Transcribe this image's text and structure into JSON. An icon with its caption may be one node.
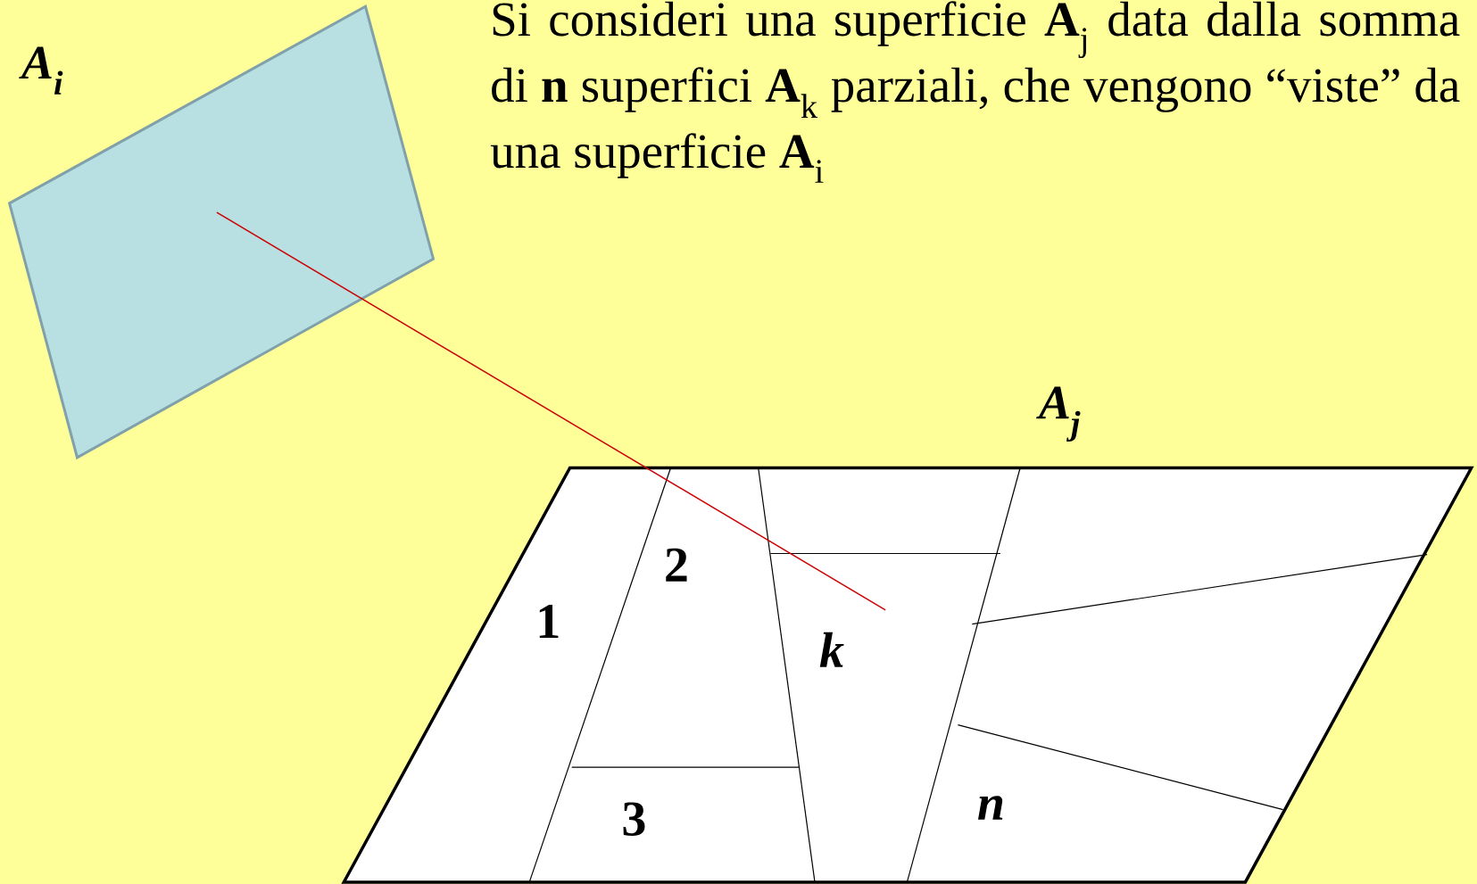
{
  "diagram": {
    "nodes": [
      {
        "text": [
          "A$_{i}$"
        ]
      },
      {
        "text": [
          "A$_{j}$"
        ]
      },
      {
        "text": [
          "1"
        ],
        "in": 1
      },
      {
        "text": [
          "2"
        ],
        "in": 1
      },
      {
        "text": [
          "3"
        ],
        "in": 1
      },
      {
        "text": [
          "k"
        ],
        "in": 1
      },
      {
        "text": [
          "n"
        ],
        "in": 1
      }
    ],
    "edges": [
      {
        "from": 0,
        "to": 5,
        "arrow": "none",
        "color": "#cc0000"
      }
    ],
    "labels": [
      "Si consideri una superficie **A**$_{j}$ data dalla somma di **n** superfici **A**$_{k}$ parziali, che vengono “viste” da una superficie **A**$_{i}$"
    ]
  }
}
